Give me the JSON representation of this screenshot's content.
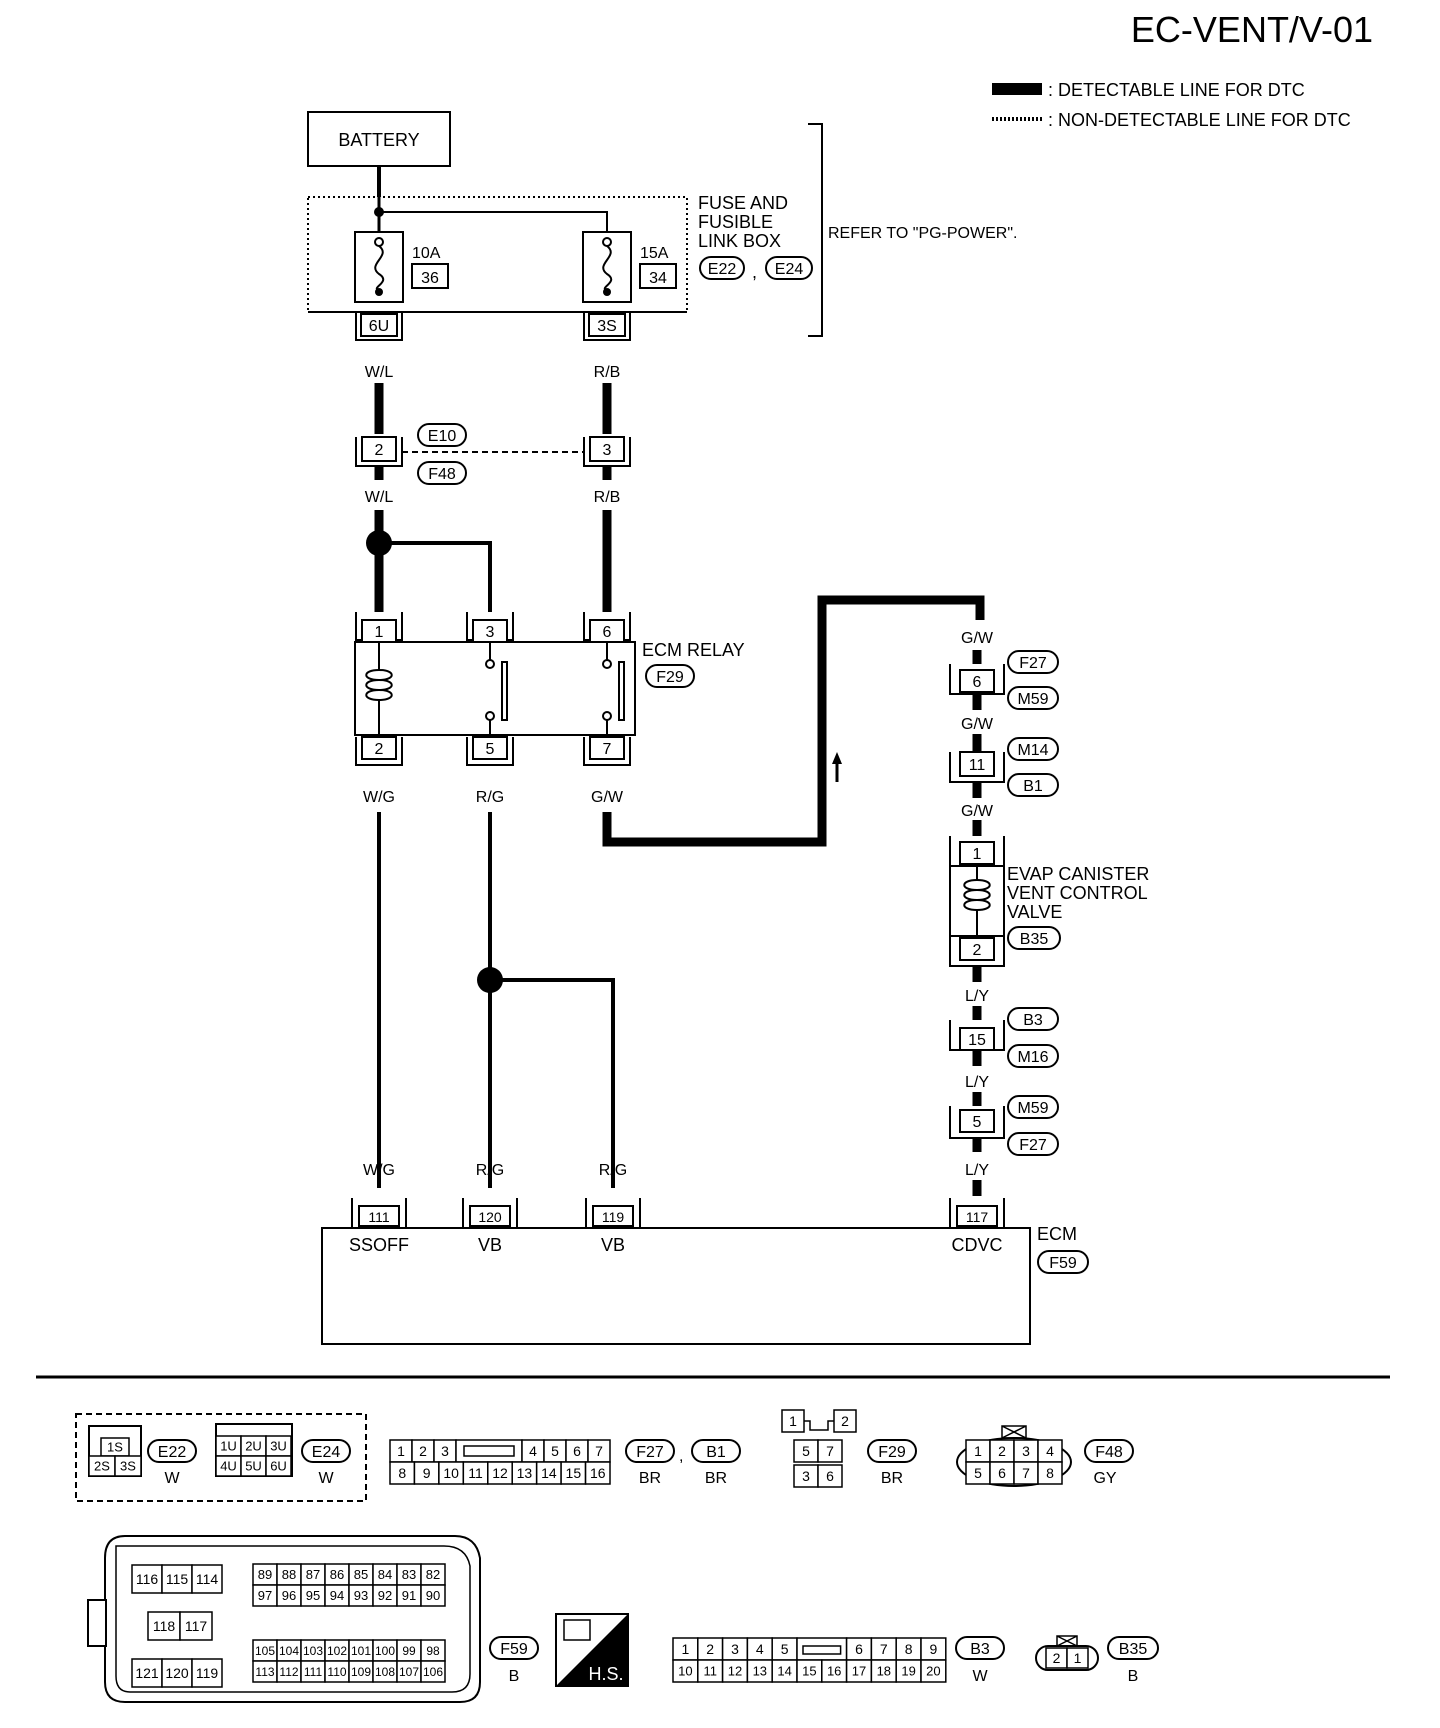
{
  "title": "EC-VENT/V-01",
  "legend": {
    "detectable": ": DETECTABLE LINE FOR DTC",
    "non_detectable": ": NON-DETECTABLE LINE FOR DTC"
  },
  "battery": "BATTERY",
  "fuse_box": {
    "label_lines": [
      "FUSE AND",
      "FUSIBLE",
      "LINK BOX"
    ],
    "connectors": [
      "E22",
      "E24"
    ],
    "refer": "REFER TO \"PG-POWER\".",
    "fuse_left": {
      "rating": "10A",
      "number": "36",
      "terminal": "6U"
    },
    "fuse_right": {
      "rating": "15A",
      "number": "34",
      "terminal": "3S"
    }
  },
  "wire_colors": {
    "wl": "W/L",
    "rb": "R/B",
    "wg": "W/G",
    "rg": "R/G",
    "gw": "G/W",
    "ly": "L/Y"
  },
  "e10_f48": {
    "left_pin": "2",
    "right_pin": "3",
    "connectors": [
      "E10",
      "F48"
    ]
  },
  "ecm_relay": {
    "label": "ECM RELAY",
    "connector": "F29",
    "top_pins": [
      "1",
      "3",
      "6"
    ],
    "bottom_pins": [
      "2",
      "5",
      "7"
    ]
  },
  "right_chain": {
    "c1": {
      "pin": "6",
      "connectors": [
        "F27",
        "M59"
      ]
    },
    "c2": {
      "pin": "11",
      "connectors": [
        "M14",
        "B1"
      ]
    },
    "valve": {
      "label_lines": [
        "EVAP CANISTER",
        "VENT CONTROL",
        "VALVE"
      ],
      "connector": "B35",
      "top_pin": "1",
      "bottom_pin": "2"
    },
    "c3": {
      "pin": "15",
      "connectors": [
        "B3",
        "M16"
      ]
    },
    "c4": {
      "pin": "5",
      "connectors": [
        "M59",
        "F27"
      ]
    }
  },
  "ecm": {
    "label": "ECM",
    "connector": "F59",
    "terminals": [
      {
        "pin": "111",
        "name": "SSOFF"
      },
      {
        "pin": "120",
        "name": "VB"
      },
      {
        "pin": "119",
        "name": "VB"
      },
      {
        "pin": "117",
        "name": "CDVC"
      }
    ]
  },
  "connector_views": {
    "e22_e24": {
      "e22_cells": [
        "1S",
        "2S",
        "3S"
      ],
      "e24_cells": [
        "1U",
        "2U",
        "3U",
        "4U",
        "5U",
        "6U"
      ],
      "e22": "E22",
      "e22_color": "W",
      "e24": "E24",
      "e24_color": "W"
    },
    "f27_b1": {
      "row1": [
        "1",
        "2",
        "3",
        "4",
        "5",
        "6",
        "7"
      ],
      "row2": [
        "8",
        "9",
        "10",
        "11",
        "12",
        "13",
        "14",
        "15",
        "16"
      ],
      "ids": [
        "F27",
        "B1"
      ],
      "colors": [
        "BR",
        "BR"
      ]
    },
    "f29": {
      "cells": [
        "1",
        "2",
        "5",
        "7",
        "3",
        "6"
      ],
      "id": "F29",
      "color": "BR"
    },
    "f48": {
      "row1": [
        "1",
        "2",
        "3",
        "4"
      ],
      "row2": [
        "5",
        "6",
        "7",
        "8"
      ],
      "id": "F48",
      "color": "GY"
    },
    "f59": {
      "g1": [
        "116",
        "115",
        "114"
      ],
      "g2": [
        "118",
        "117"
      ],
      "g3": [
        "121",
        "120",
        "119"
      ],
      "g4a": [
        "89",
        "88",
        "87",
        "86",
        "85",
        "84",
        "83",
        "82"
      ],
      "g4b": [
        "97",
        "96",
        "95",
        "94",
        "93",
        "92",
        "91",
        "90"
      ],
      "g5a": [
        "105",
        "104",
        "103",
        "102",
        "101",
        "100",
        "99",
        "98"
      ],
      "g5b": [
        "113",
        "112",
        "111",
        "110",
        "109",
        "108",
        "107",
        "106"
      ],
      "id": "F59",
      "color": "B"
    },
    "hs": "H.S.",
    "b3": {
      "row1": [
        "1",
        "2",
        "3",
        "4",
        "5",
        "6",
        "7",
        "8",
        "9"
      ],
      "row2": [
        "10",
        "11",
        "12",
        "13",
        "14",
        "15",
        "16",
        "17",
        "18",
        "19",
        "20"
      ],
      "id": "B3",
      "color": "W"
    },
    "b35": {
      "cells": [
        "2",
        "1"
      ],
      "id": "B35",
      "color": "B"
    }
  }
}
